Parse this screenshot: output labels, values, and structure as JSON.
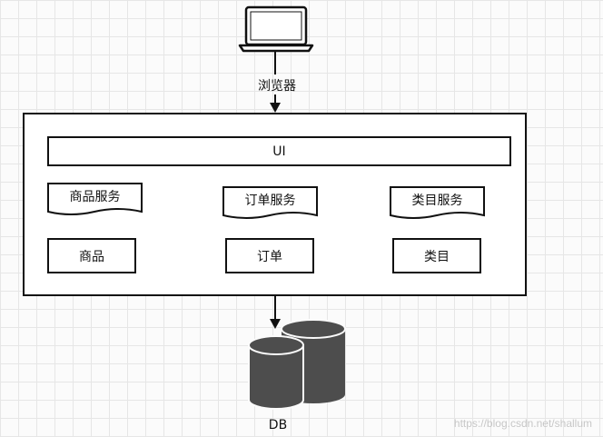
{
  "browser": {
    "label": "浏览器",
    "icon": "laptop-icon"
  },
  "app": {
    "ui_label": "UI",
    "services": [
      {
        "label": "商品服务",
        "module": "商品"
      },
      {
        "label": "订单服务",
        "module": "订单"
      },
      {
        "label": "类目服务",
        "module": "类目"
      }
    ]
  },
  "db": {
    "label": "DB",
    "icon": "database-icon"
  },
  "watermark": "https://blog.csdn.net/shallum",
  "colors": {
    "stroke": "#111111",
    "db_fill": "#4d4d4d",
    "grid": "#e6e6e6"
  }
}
